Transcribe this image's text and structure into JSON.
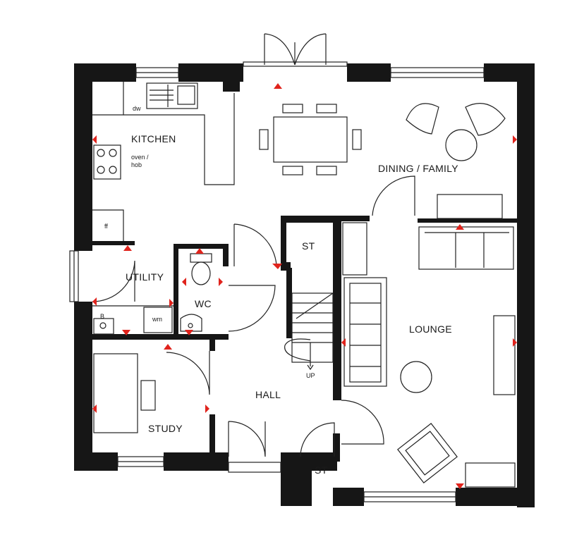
{
  "rooms": {
    "kitchen": "KITCHEN",
    "dining_family": "DINING / FAMILY",
    "utility": "UTILITY",
    "wc": "WC",
    "st_upper": "ST",
    "lounge": "LOUNGE",
    "hall": "HALL",
    "study": "STUDY",
    "st_lower": "ST"
  },
  "fixtures": {
    "dw": "dw",
    "oven_hob_line1": "oven /",
    "oven_hob_line2": "hob",
    "ff": "ff",
    "wm": "wm",
    "b": "B",
    "up": "UP"
  },
  "colors": {
    "wall": "#161616",
    "dimension_marker": "#e0231c"
  }
}
